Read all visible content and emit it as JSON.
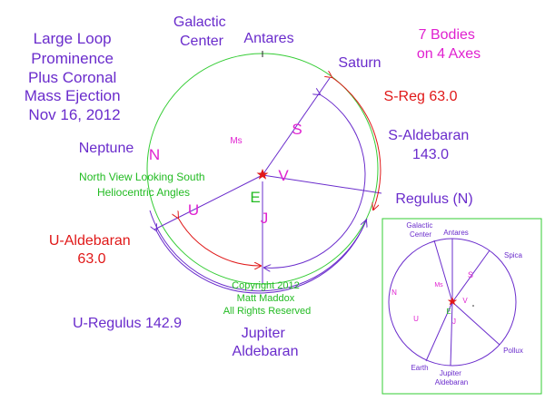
{
  "colors": {
    "purple": "#6a2ccc",
    "magenta": "#e020d0",
    "red": "#e01818",
    "green": "#22bb22",
    "circle_green": "#33cc33",
    "dark": "#222222"
  },
  "title_lines": [
    "Large Loop",
    "Prominence",
    "Plus Coronal",
    "Mass Ejection",
    "Nov 16, 2012"
  ],
  "bodies_note": [
    "7 Bodies",
    "on 4 Axes"
  ],
  "galactic_center": [
    "Galactic",
    "Center"
  ],
  "labels": {
    "antares": "Antares",
    "saturn": "Saturn",
    "neptune": "Neptune",
    "regulus_n": "Regulus (N)",
    "jupiter": "Jupiter",
    "aldebaran": "Aldebaran"
  },
  "angles": {
    "s_reg": "S-Reg 63.0",
    "s_aldebaran": [
      "S-Aldebaran",
      "143.0"
    ],
    "u_aldebaran": [
      "U-Aldebaran",
      "63.0"
    ],
    "u_regulus": "U-Regulus 142.9"
  },
  "view_note": [
    "North View Looking South",
    "Heliocentric Angles"
  ],
  "copyright": [
    "Copyright 2012",
    "Matt Maddox",
    "All Rights Reserved"
  ],
  "letters": {
    "ms": "Ms",
    "s": "S",
    "n": "N",
    "v": "V",
    "e": "E",
    "u": "U",
    "j": "J"
  },
  "inset": {
    "galactic_center": [
      "Galactic",
      "Center"
    ],
    "antares": "Antares",
    "spica": "Spica",
    "n": "N",
    "ms": "Ms",
    "s": "S",
    "v": "V",
    "e": "E",
    "j": "J",
    "u": "U",
    "earth": "Earth",
    "pollux": "Pollux",
    "jupiter_aldebaran": [
      "Jupiter",
      "Aldebaran"
    ]
  }
}
